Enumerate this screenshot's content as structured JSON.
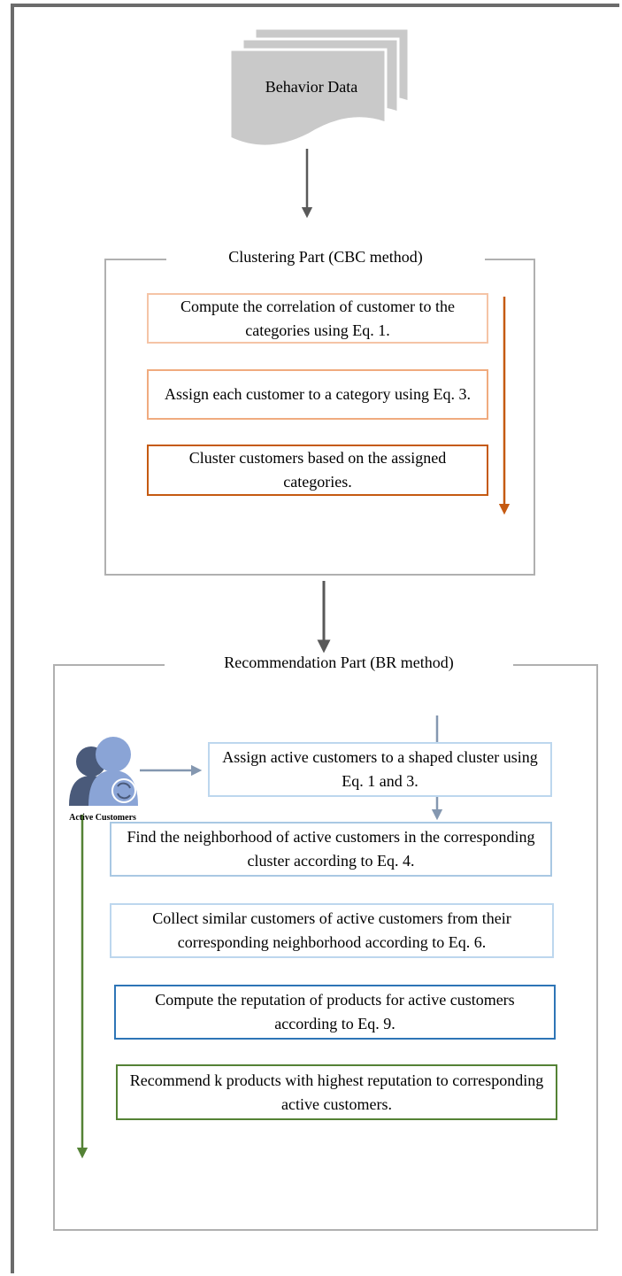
{
  "input": {
    "label": "Behavior Data"
  },
  "clustering": {
    "title": "Clustering Part (CBC method)",
    "steps": [
      {
        "text": "Compute the correlation of customer to the categories using Eq. 1."
      },
      {
        "text": "Assign each customer to a category using Eq. 3."
      },
      {
        "text": "Cluster customers based on the assigned categories."
      }
    ]
  },
  "recommendation": {
    "title": "Recommendation Part (BR method)",
    "actor_label": "Active Customers",
    "steps": [
      {
        "text": "Assign active customers to a shaped cluster using Eq. 1 and 3."
      },
      {
        "text": "Find the neighborhood of active customers in the corresponding cluster according to Eq. 4."
      },
      {
        "text": "Collect similar customers of active customers from their corresponding neighborhood according to Eq. 6."
      },
      {
        "text": "Compute the reputation of products for active customers according to Eq. 9."
      },
      {
        "text": "Recommend k products with highest reputation to corresponding active customers."
      }
    ]
  },
  "colors": {
    "peach": "#f5c4a6",
    "orange_light": "#f0ab7f",
    "orange_dark": "#c55a11",
    "blue_light": "#a9c8e3",
    "blue_dark": "#2e75b6",
    "green": "#548235",
    "gray_arrow": "#595959",
    "blue_arrow": "#8497b0"
  }
}
